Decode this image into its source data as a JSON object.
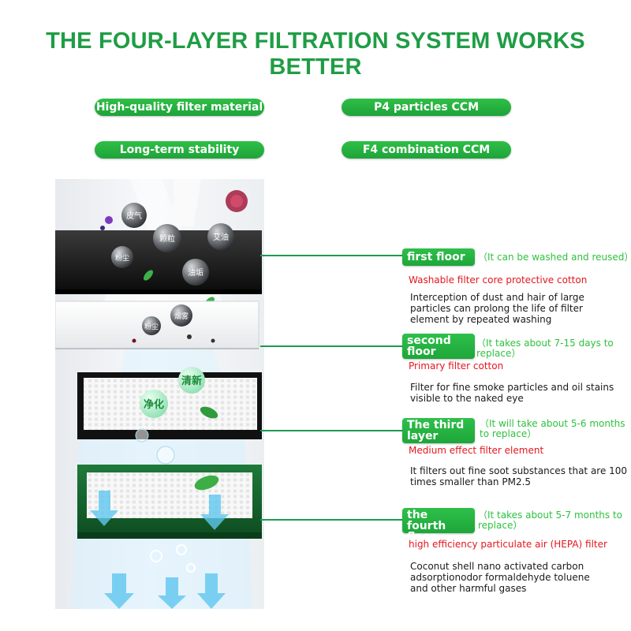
{
  "title": "THE FOUR-LAYER FILTRATION SYSTEM WORKS BETTER",
  "features": [
    "High-quality filter material",
    "P4 particles CCM",
    "Long-term stability",
    "F4 combination CCM"
  ],
  "colors": {
    "brand_green": "#1f9d45",
    "badge_green": "#22b040",
    "note_green": "#2ec13f",
    "type_red": "#e5161d"
  },
  "illustration": {
    "pollutants": [
      "皮气",
      "颗粒",
      "艾油",
      "粉尘",
      "油垢"
    ],
    "layer2_tags": [
      "粉尘",
      "烟雾"
    ],
    "layer3_tags": [
      "清新",
      "净化"
    ]
  },
  "layers": [
    {
      "name": "first floor",
      "note": "（It can be washed and reused）",
      "type": "Washable filter core protective cotton",
      "description": "Interception of dust and hair of large particles can prolong the life of filter element by repeated washing"
    },
    {
      "name": "second floor",
      "note": "（It takes about 7-15 days to replace）",
      "type": "Primary filter cotton",
      "description": "Filter for fine smoke particles and oil stains visible to the naked eye"
    },
    {
      "name": "The third layer",
      "note": "（It will take about 5-6 months to replace）",
      "type": "Medium effect filter element",
      "description": "It filters out fine soot substances that are 100 times smaller than PM2.5"
    },
    {
      "name": "the fourth floor",
      "note": "（It takes about 5-7 months to replace）",
      "type": "high efficiency particulate air (HEPA) filter",
      "description": "Coconut shell nano activated carbon adsorptionodor formaldehyde toluene and other harmful gases"
    }
  ]
}
